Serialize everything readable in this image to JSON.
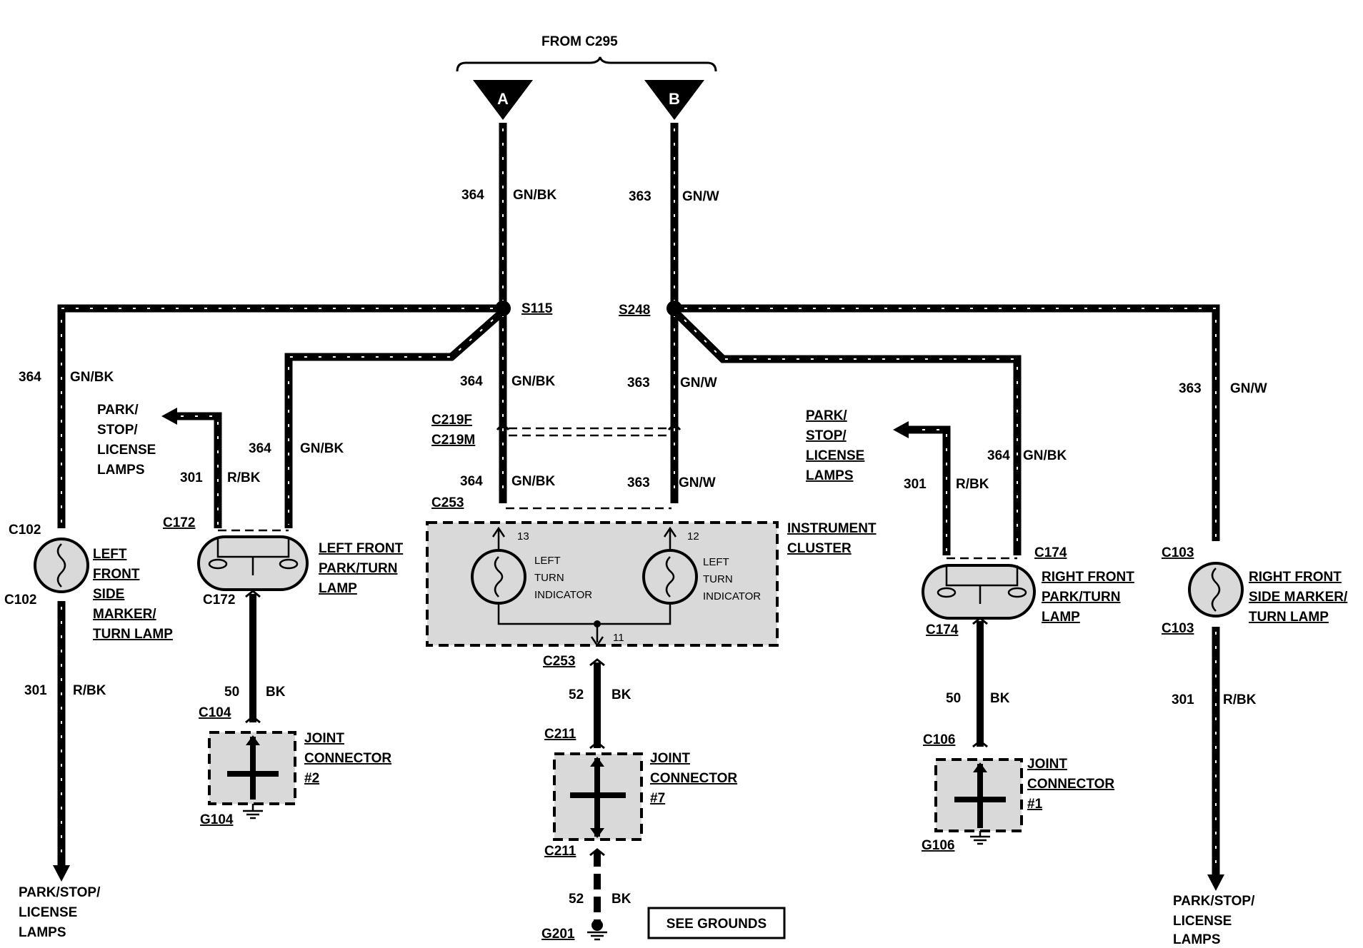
{
  "header": {
    "source": "FROM C295"
  },
  "terminals": {
    "a": "A",
    "b": "B"
  },
  "splices": {
    "s115": "S115",
    "s248": "S248"
  },
  "circuits": {
    "c364": "364",
    "c363": "363",
    "c301": "301",
    "c50": "50",
    "c52": "52",
    "gnbk": "GN/BK",
    "gnw": "GN/W",
    "rbk": "R/BK",
    "bk": "BK"
  },
  "connectors": {
    "c102": "C102",
    "c103": "C103",
    "c104": "C104",
    "c106": "C106",
    "c172": "C172",
    "c174": "C174",
    "c211": "C211",
    "c219f": "C219F",
    "c219m": "C219M",
    "c253": "C253"
  },
  "grounds": {
    "g104": "G104",
    "g106": "G106",
    "g201": "G201"
  },
  "pins": {
    "p13": "13",
    "p12": "12",
    "p11": "11"
  },
  "lamps": {
    "left_side_marker": [
      "LEFT",
      "FRONT",
      "SIDE",
      "MARKER/",
      "TURN LAMP"
    ],
    "left_park_turn": [
      "LEFT FRONT",
      "PARK/TURN",
      "LAMP"
    ],
    "right_park_turn": [
      "RIGHT FRONT",
      "PARK/TURN",
      "LAMP"
    ],
    "right_side_marker": [
      "RIGHT FRONT",
      "SIDE MARKER/",
      "TURN LAMP"
    ]
  },
  "cluster": {
    "name": [
      "INSTRUMENT",
      "CLUSTER"
    ],
    "indicator_left": [
      "LEFT",
      "TURN",
      "INDICATOR"
    ],
    "indicator_right": [
      "LEFT",
      "TURN",
      "INDICATOR"
    ]
  },
  "joints": {
    "j2": [
      "JOINT",
      "CONNECTOR",
      "#2"
    ],
    "j7": [
      "JOINT",
      "CONNECTOR",
      "#7"
    ],
    "j1": [
      "JOINT",
      "CONNECTOR",
      "#1"
    ]
  },
  "destinations": {
    "park_stop_license_stacked": [
      "PARK/",
      "STOP/",
      "LICENSE",
      "LAMPS"
    ],
    "park_stop_license_bottom": [
      "PARK/STOP/",
      "LICENSE",
      "LAMPS"
    ]
  },
  "see_grounds": "SEE GROUNDS",
  "colors": {
    "ink": "#000000",
    "shade": "#d9d9d9",
    "paper": "#ffffff"
  }
}
